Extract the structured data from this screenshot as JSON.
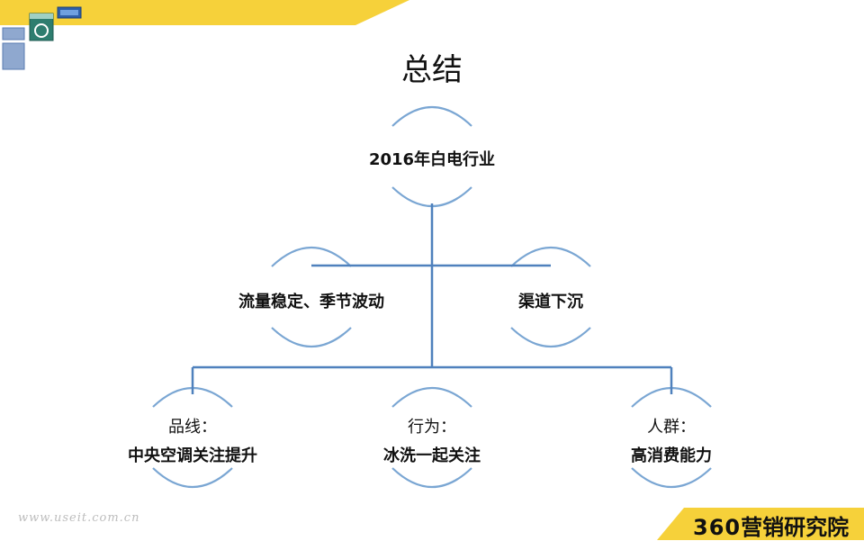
{
  "title": "总结",
  "root": {
    "label": "2016年白电行业"
  },
  "level2": [
    {
      "label": "流量稳定、季节波动"
    },
    {
      "label": "渠道下沉"
    }
  ],
  "level3": [
    {
      "caption": "品线：",
      "label": "中央空调关注提升"
    },
    {
      "caption": "行为：",
      "label": "冰洗一起关注"
    },
    {
      "caption": "人群：",
      "label": "高消费能力"
    }
  ],
  "footer": {
    "watermark": "www.useit.com.cn",
    "brand_number": "360",
    "brand_text": "营销研究院"
  },
  "colors": {
    "accent_yellow": "#f6d13a",
    "connector_blue": "#4f81bd",
    "arc_blue": "#7aa6d3"
  }
}
